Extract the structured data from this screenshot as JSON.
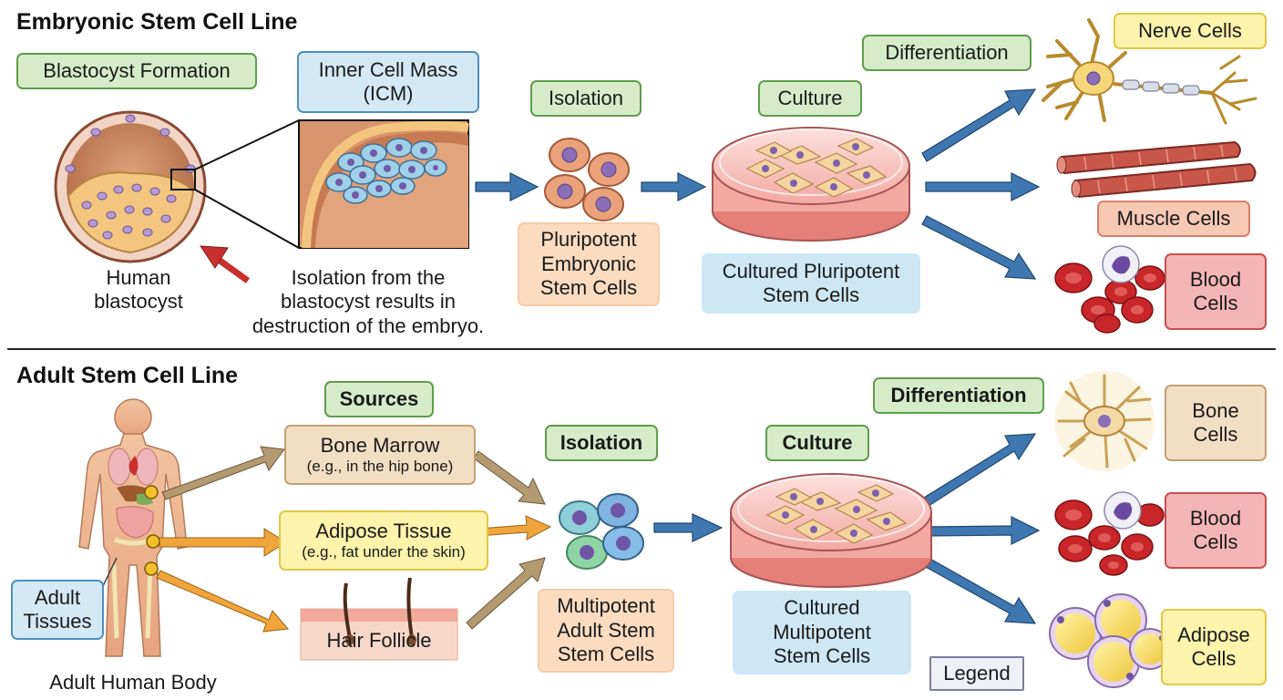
{
  "embryonic": {
    "title": "Embryonic Stem Cell Line",
    "blastocyst_formation": "Blastocyst Formation",
    "icm": "Inner Cell Mass\n(ICM)",
    "human_blastocyst": "Human\nblastocyst",
    "isolation_note": "Isolation from the\nblastocyst results in\ndestruction of the embryo.",
    "isolation": "Isolation",
    "pluripotent": "Pluripotent\nEmbryonic\nStem Cells",
    "culture": "Culture",
    "cultured": "Cultured Pluripotent\nStem Cells",
    "differentiation": "Differentiation",
    "nerve": "Nerve Cells",
    "muscle": "Muscle Cells",
    "blood": "Blood\nCells"
  },
  "adult": {
    "title": "Adult Stem Cell Line",
    "sources": "Sources",
    "bone_marrow": "Bone Marrow",
    "bone_marrow_sub": "(e.g., in the hip bone)",
    "adipose_tissue": "Adipose Tissue",
    "adipose_tissue_sub": "(e.g., fat under the skin)",
    "hair_follicle": "Hair Follicle",
    "adult_tissues": "Adult\nTissues",
    "adult_body": "Adult Human Body",
    "isolation": "Isolation",
    "multipotent": "Multipotent\nAdult Stem\nStem Cells",
    "culture": "Culture",
    "cultured": "Cultured\nMultipotent\nStem Cells",
    "differentiation": "Differentiation",
    "bone": "Bone\nCells",
    "blood": "Blood\nCells",
    "adipose": "Adipose\nCells",
    "legend": "Legend"
  },
  "colors": {
    "arrow_blue": "#3f78b0",
    "arrow_tan": "#b49a72",
    "arrow_orange": "#f0a53c",
    "arrow_red": "#c8302e",
    "label_green": "#d6ecc8",
    "label_blue": "#d3e9f6"
  }
}
